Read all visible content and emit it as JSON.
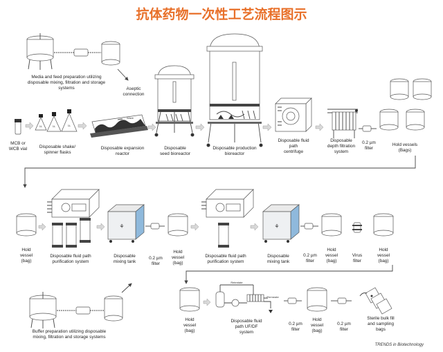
{
  "title": "抗体药物一次性工艺流程图示",
  "labels": {
    "media_prep": [
      "Media and feed preparation utilizing",
      "disposable mixing, filtration and storage",
      "systems"
    ],
    "aseptic": [
      "Aseptic",
      "connection"
    ],
    "mcb": [
      "MCB or",
      "WCB vial"
    ],
    "shake": [
      "Disposable shake/",
      "spinner flasks"
    ],
    "expansion": [
      "Disposable expansion",
      "reactor"
    ],
    "seed": [
      "Disposable",
      "seed bioreactor"
    ],
    "production": [
      "Disposable production",
      "bioreactor"
    ],
    "centrifuge": [
      "Disposable fluid",
      "path",
      "centrifuge"
    ],
    "depth": [
      "Disposable",
      "depth filtration",
      "system"
    ],
    "filter1": [
      "0.2 µm",
      "filter"
    ],
    "hold_bags": [
      "Hold vessels",
      "(Bags)"
    ],
    "hold1": [
      "Hold",
      "vessel",
      "(bag)"
    ],
    "purif1": [
      "Disposable fluid path",
      "purification system"
    ],
    "mix1": [
      "Disposable",
      "mixing tank"
    ],
    "filter2": [
      "0.2 µm",
      "filter"
    ],
    "hold2": [
      "Hold",
      "vessel",
      "(bag)"
    ],
    "purif2": [
      "Disposable fluid path",
      "purification system"
    ],
    "mix2": [
      "Disposable",
      "mixing tank"
    ],
    "filter3": [
      "0.2 µm",
      "filter"
    ],
    "hold3": [
      "Hold",
      "vessel",
      "(bag)"
    ],
    "virus": [
      "Virus",
      "filter"
    ],
    "hold4": [
      "Hold",
      "vessel",
      "(bag)"
    ],
    "buffer": [
      "Buffer preparation utilizing disposable",
      "mixing, filtration and storage systems"
    ],
    "hold5": [
      "Hold",
      "vessel",
      "(bag)"
    ],
    "ufdf": [
      "Disposable fluid",
      "path UF/DF",
      "system"
    ],
    "filter4": [
      "0.2 µm",
      "filter"
    ],
    "hold6": [
      "Hold",
      "vessel",
      "(bag)"
    ],
    "filter5": [
      "0.2 µm",
      "filter"
    ],
    "sterile": [
      "Sterile bulk fill",
      "and sampling",
      "bags"
    ],
    "retentate": "Retentate",
    "permeate": "Permeate",
    "wave": "Wave",
    "flask_label": "1L",
    "credit": "TRENDS in Biotechnology"
  }
}
